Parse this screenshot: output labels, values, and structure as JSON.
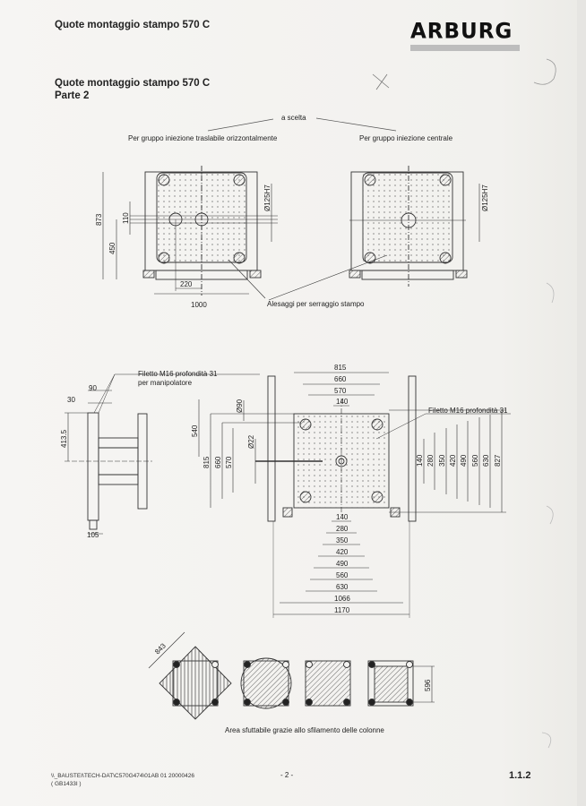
{
  "header": {
    "title": "Quote montaggio stampo 570 C",
    "logo_text": "ARBURG"
  },
  "document": {
    "title": "Quote montaggio stampo 570 C",
    "subtitle": "Parte 2",
    "choice_label": "a scelta",
    "option_left": "Per gruppo iniezione traslabile orizzontalmente",
    "option_right": "Per gruppo iniezione centrale"
  },
  "platen_views": {
    "left": {
      "dim_height": "873",
      "dim_450": "450",
      "dim_110": "110",
      "dim_220": "220",
      "dim_width": "1000",
      "dim_bore": "Ø125H7"
    },
    "right": {
      "dim_bore": "Ø125H7"
    },
    "callout": "Alesaggi per serraggio stampo"
  },
  "side_view": {
    "callout_line1": "Filetto M16 profondità 31",
    "callout_line2": "per manipolatore",
    "dim_90": "90",
    "dim_30": "30",
    "dim_413": "413.5",
    "dim_105": "105"
  },
  "front_view": {
    "callout_right": "Filetto M16 profondità 31",
    "top_dims": [
      "815",
      "660",
      "570",
      "140"
    ],
    "left_dims": [
      "540",
      "815",
      "660",
      "570"
    ],
    "diameters": [
      "Ø90",
      "Ø22"
    ],
    "right_dims": [
      "140",
      "280",
      "350",
      "420",
      "490",
      "560",
      "630",
      "827"
    ],
    "bottom_dims": [
      "140",
      "280",
      "350",
      "420",
      "490",
      "560",
      "630",
      "1066",
      "1170"
    ]
  },
  "usable_area": {
    "dim_diag": "843",
    "dim_596": "596",
    "caption": "Area sfuttabile grazie allo sfilamento delle colonne"
  },
  "footer": {
    "path": "\\\\_BAUSTEI\\TECH-DAT\\C570G474\\01AB  01  20000426",
    "code": "( GB1433I )",
    "page": "- 2 -",
    "section": "1.1.2"
  }
}
